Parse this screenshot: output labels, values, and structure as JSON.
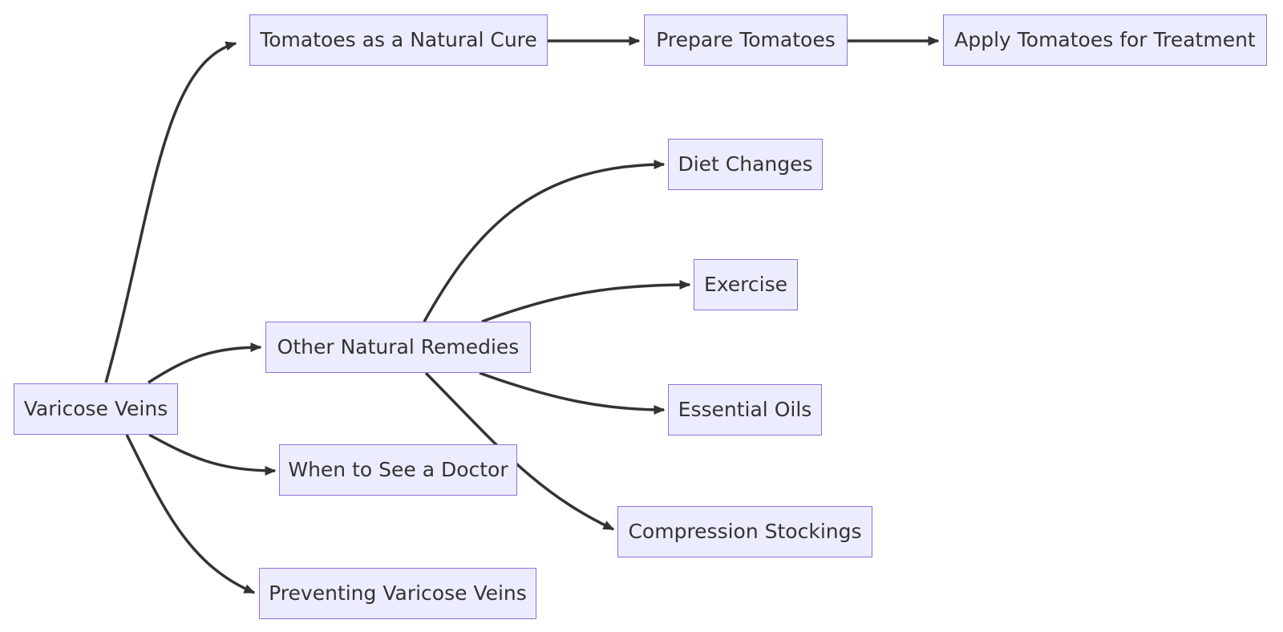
{
  "diagram": {
    "type": "flowchart",
    "direction": "left-to-right",
    "colors": {
      "background": "#FFFFFF",
      "node_fill": "#ECECFF",
      "node_border": "#9370DB",
      "edge": "#333333",
      "text": "#333333"
    },
    "nodes": {
      "varicose_veins": {
        "label": "Varicose Veins"
      },
      "tomatoes_cure": {
        "label": "Tomatoes as a Natural Cure"
      },
      "prepare_tomatoes": {
        "label": "Prepare Tomatoes"
      },
      "apply_tomatoes": {
        "label": "Apply Tomatoes for Treatment"
      },
      "diet_changes": {
        "label": "Diet Changes"
      },
      "exercise": {
        "label": "Exercise"
      },
      "other_remedies": {
        "label": "Other Natural Remedies"
      },
      "essential_oils": {
        "label": "Essential Oils"
      },
      "see_doctor": {
        "label": "When to See a Doctor"
      },
      "compression_stockings": {
        "label": "Compression Stockings"
      },
      "preventing": {
        "label": "Preventing Varicose Veins"
      }
    },
    "edges": [
      {
        "from": "varicose_veins",
        "to": "tomatoes_cure"
      },
      {
        "from": "tomatoes_cure",
        "to": "prepare_tomatoes"
      },
      {
        "from": "prepare_tomatoes",
        "to": "apply_tomatoes"
      },
      {
        "from": "varicose_veins",
        "to": "other_remedies"
      },
      {
        "from": "other_remedies",
        "to": "diet_changes"
      },
      {
        "from": "other_remedies",
        "to": "exercise"
      },
      {
        "from": "other_remedies",
        "to": "essential_oils"
      },
      {
        "from": "other_remedies",
        "to": "compression_stockings"
      },
      {
        "from": "varicose_veins",
        "to": "see_doctor"
      },
      {
        "from": "varicose_veins",
        "to": "preventing"
      }
    ]
  }
}
